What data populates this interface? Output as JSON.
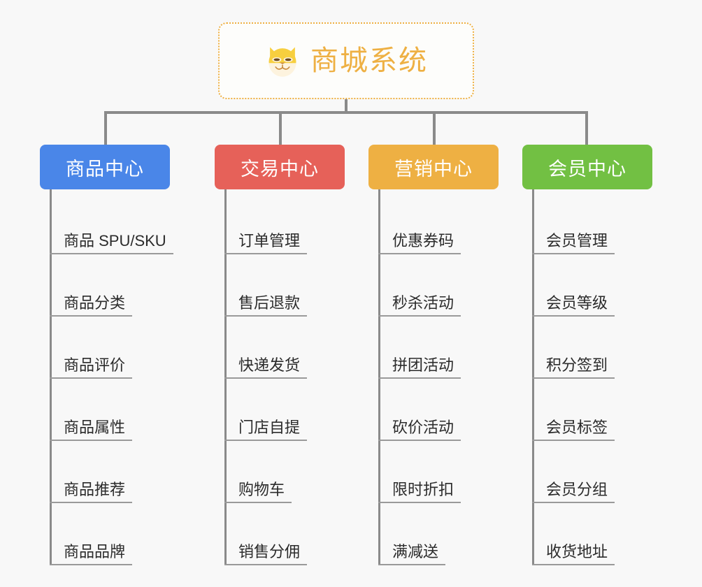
{
  "page": {
    "background_color": "#f8f8f8",
    "line_color": "#8a8a8a"
  },
  "root": {
    "title": "商城系统",
    "icon": "shiba-dog-face-emoji",
    "text_color": "#eeb043",
    "border_color": "#eeb043"
  },
  "columns": [
    {
      "header": "商品中心",
      "color": "#4a86e8",
      "items": [
        "商品 SPU/SKU",
        "商品分类",
        "商品评价",
        "商品属性",
        "商品推荐",
        "商品品牌"
      ]
    },
    {
      "header": "交易中心",
      "color": "#e66159",
      "items": [
        "订单管理",
        "售后退款",
        "快递发货",
        "门店自提",
        "购物车",
        "销售分佣"
      ]
    },
    {
      "header": "营销中心",
      "color": "#eeb043",
      "items": [
        "优惠券码",
        "秒杀活动",
        "拼团活动",
        "砍价活动",
        "限时折扣",
        "满减送"
      ]
    },
    {
      "header": "会员中心",
      "color": "#72c043",
      "items": [
        "会员管理",
        "会员等级",
        "积分签到",
        "会员标签",
        "会员分组",
        "收货地址"
      ]
    }
  ]
}
